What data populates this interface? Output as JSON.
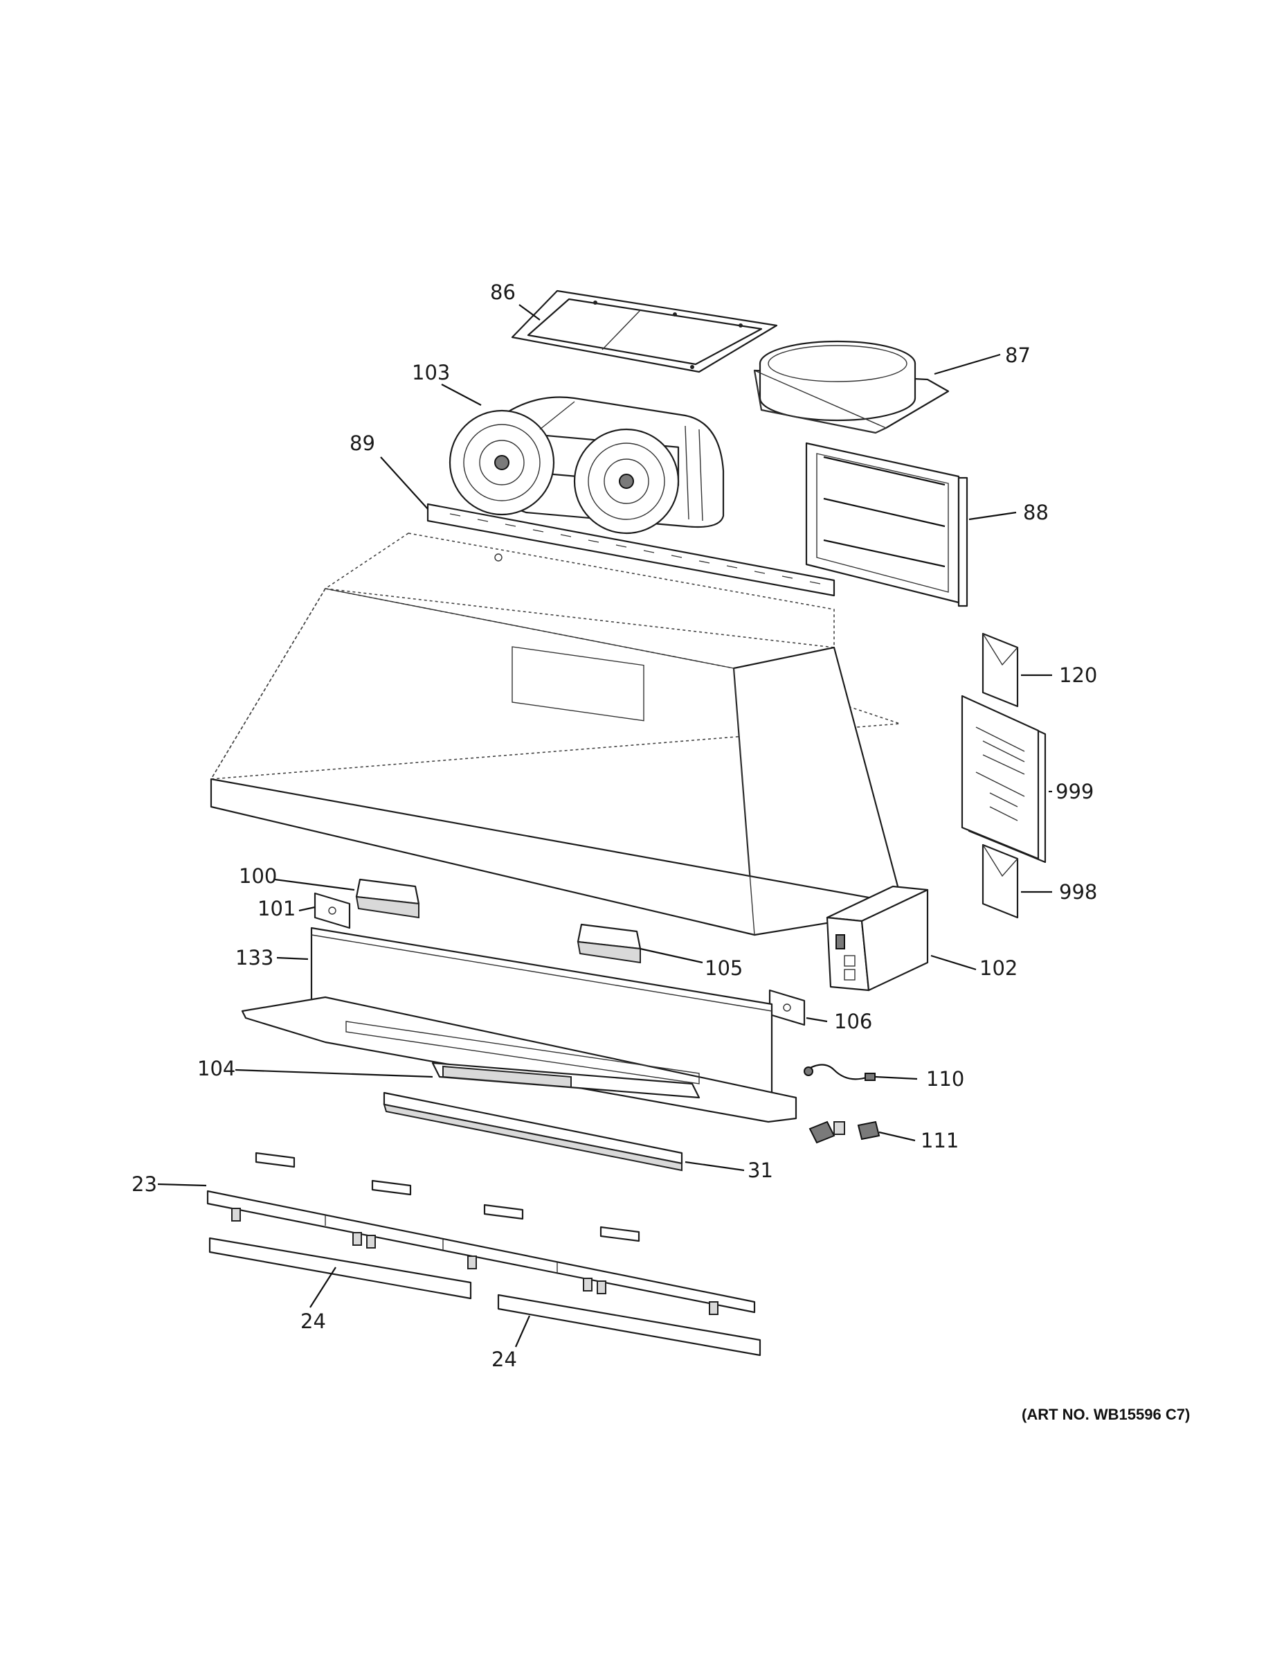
{
  "labels": {
    "p86": "86",
    "p87": "87",
    "p103": "103",
    "p89": "89",
    "p88": "88",
    "p120": "120",
    "p999": "999",
    "p998": "998",
    "p100": "100",
    "p101": "101",
    "p133": "133",
    "p105": "105",
    "p102": "102",
    "p106": "106",
    "p104": "104",
    "p110": "110",
    "p111": "111",
    "p31": "31",
    "p23": "23",
    "p24a": "24",
    "p24b": "24"
  },
  "art_number": "(ART NO. WB15596 C7)"
}
